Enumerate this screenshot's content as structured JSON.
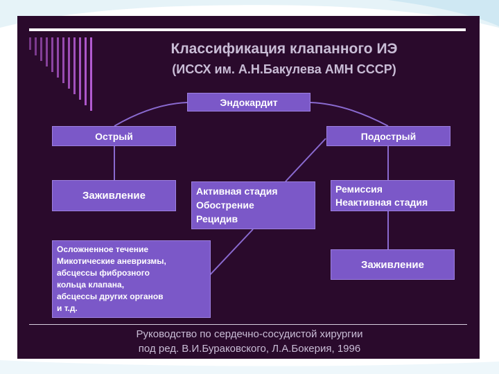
{
  "slide": {
    "title": "Классификация клапанного ИЭ",
    "subtitle": "(ИССХ им. А.Н.Бакулева АМН СССР)"
  },
  "diagram": {
    "root": "Эндокардит",
    "acute": "Острый",
    "subacute": "Подострый",
    "healing_left": "Заживление",
    "active": [
      "Активная стадия",
      "Обострение",
      "Рецидив"
    ],
    "remission": [
      "Ремиссия",
      "Неактивная стадия"
    ],
    "complicated": [
      "Осложненное течение",
      "Микотические аневризмы,",
      "абсцессы фиброзного",
      "кольца клапана,",
      "абсцессы других органов",
      "и т.д."
    ],
    "healing_right": "Заживление"
  },
  "footer": {
    "line1": "Руководство по сердечно-сосудистой хирургии",
    "line2": "под ред. В.И.Бураковского, Л.А.Бокерия, 1996"
  },
  "colors": {
    "slide_bg": "#2a0a2c",
    "box_fill": "#7b58c8",
    "connector": "#8a6ad0",
    "accent_bars": "#b45cd3",
    "title_text": "#c9bdd6"
  }
}
